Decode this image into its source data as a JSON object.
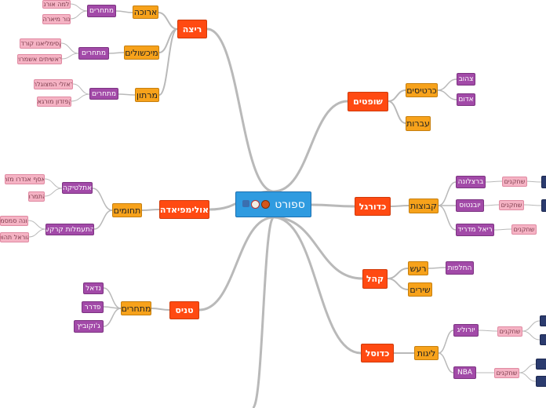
{
  "colors": {
    "root": "#2f9be0",
    "main": "#ff4a12",
    "sub": "#f7a21b",
    "purple": "#a24aa8",
    "pink": "#f5b3c4",
    "navy": "#2b3b6e",
    "link": "#b9b9b9"
  },
  "root": {
    "label": "ספורט",
    "icons": [
      "basketball-icon",
      "baseball-icon",
      "runner-icon"
    ]
  },
  "nodes": {
    "ritza": "ריצה",
    "aruka": "ארוכה",
    "aruka_participants": "מתחרים",
    "aruka_p1": "אלמה אורנה",
    "aruka_p2": "נור מיארה",
    "michsholim": "מיכשולים",
    "michsholim_participants": "מתחרים",
    "michsholim_p1": "מקסימליאנו קורדבה",
    "michsholim_p2": "בראשיתים אשמרואי",
    "marathon": "מרתון",
    "marathon_participants": "מתחרים",
    "marathon_p1": "ראזלי המצוגלה",
    "marathon_p2": "קפזדון מורגאז",
    "olympiada": "אולימפיאדה",
    "tchumim": "תחומים",
    "atletika": "אתלטיקה",
    "atletika_p1": "מאסף אנדרו מזרח",
    "atletika_p2": "התמרה",
    "hitamlut": "התעמלות קרקע",
    "hitamlut_p1": "ציונה סמסמה",
    "hitamlut_p2": "לאוראל תהוסל",
    "tennis": "טניס",
    "tennis_participants": "מתחרים",
    "nadal": "נדאל",
    "federer": "פדרר",
    "djokovic": "ג'וקוביץ",
    "shoftim": "שופטים",
    "kartisim": "כרטיסים",
    "tzahov": "צהוב",
    "adom": "אדום",
    "averot": "עברות",
    "kaduregel": "כדורגל",
    "kvutzot": "קבוצות",
    "barcelona": "ברצלונה",
    "barcelona_players": "שחקנים",
    "juventus": "יובנטוס",
    "juventus_players": "שחקנים",
    "real": "ריאל מדריד",
    "real_players": "שחקנים",
    "kahal": "קהל",
    "raash": "רעש",
    "hachlafot": "החלפות",
    "shirim": "שירים",
    "kadusal": "כדוסל",
    "ligot": "ליגות",
    "euroleague": "יורוליג",
    "euroleague_players": "שחקנים",
    "nba": "NBA",
    "nba_players": "שחקנים"
  }
}
